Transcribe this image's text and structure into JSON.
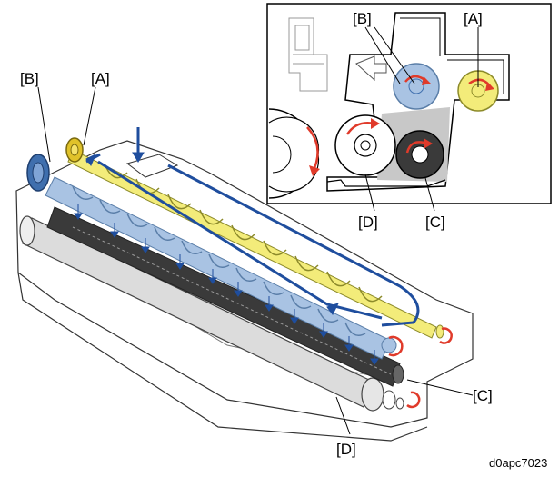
{
  "figure_code": "d0apc7023",
  "main_labels": {
    "a": "[A]",
    "b": "[B]",
    "c": "[C]",
    "d": "[D]"
  },
  "inset_labels": {
    "a": "[A]",
    "b": "[B]",
    "c": "[C]",
    "d": "[D]"
  },
  "colors": {
    "auger_yellow": "#f3ec7a",
    "auger_yellow_edge": "#8c8a2a",
    "auger_blue": "#a9c3e3",
    "auger_blue_edge": "#5a7ea8",
    "roller_dark": "#3a3a3a",
    "roller_gray": "#c8c8c8",
    "flow_arrow": "#1f4e9e",
    "rotation_arrow": "#e03a2a",
    "gear_blue": "#3f6fae",
    "gear_yellow": "#e0c22a",
    "outline": "#222222"
  }
}
